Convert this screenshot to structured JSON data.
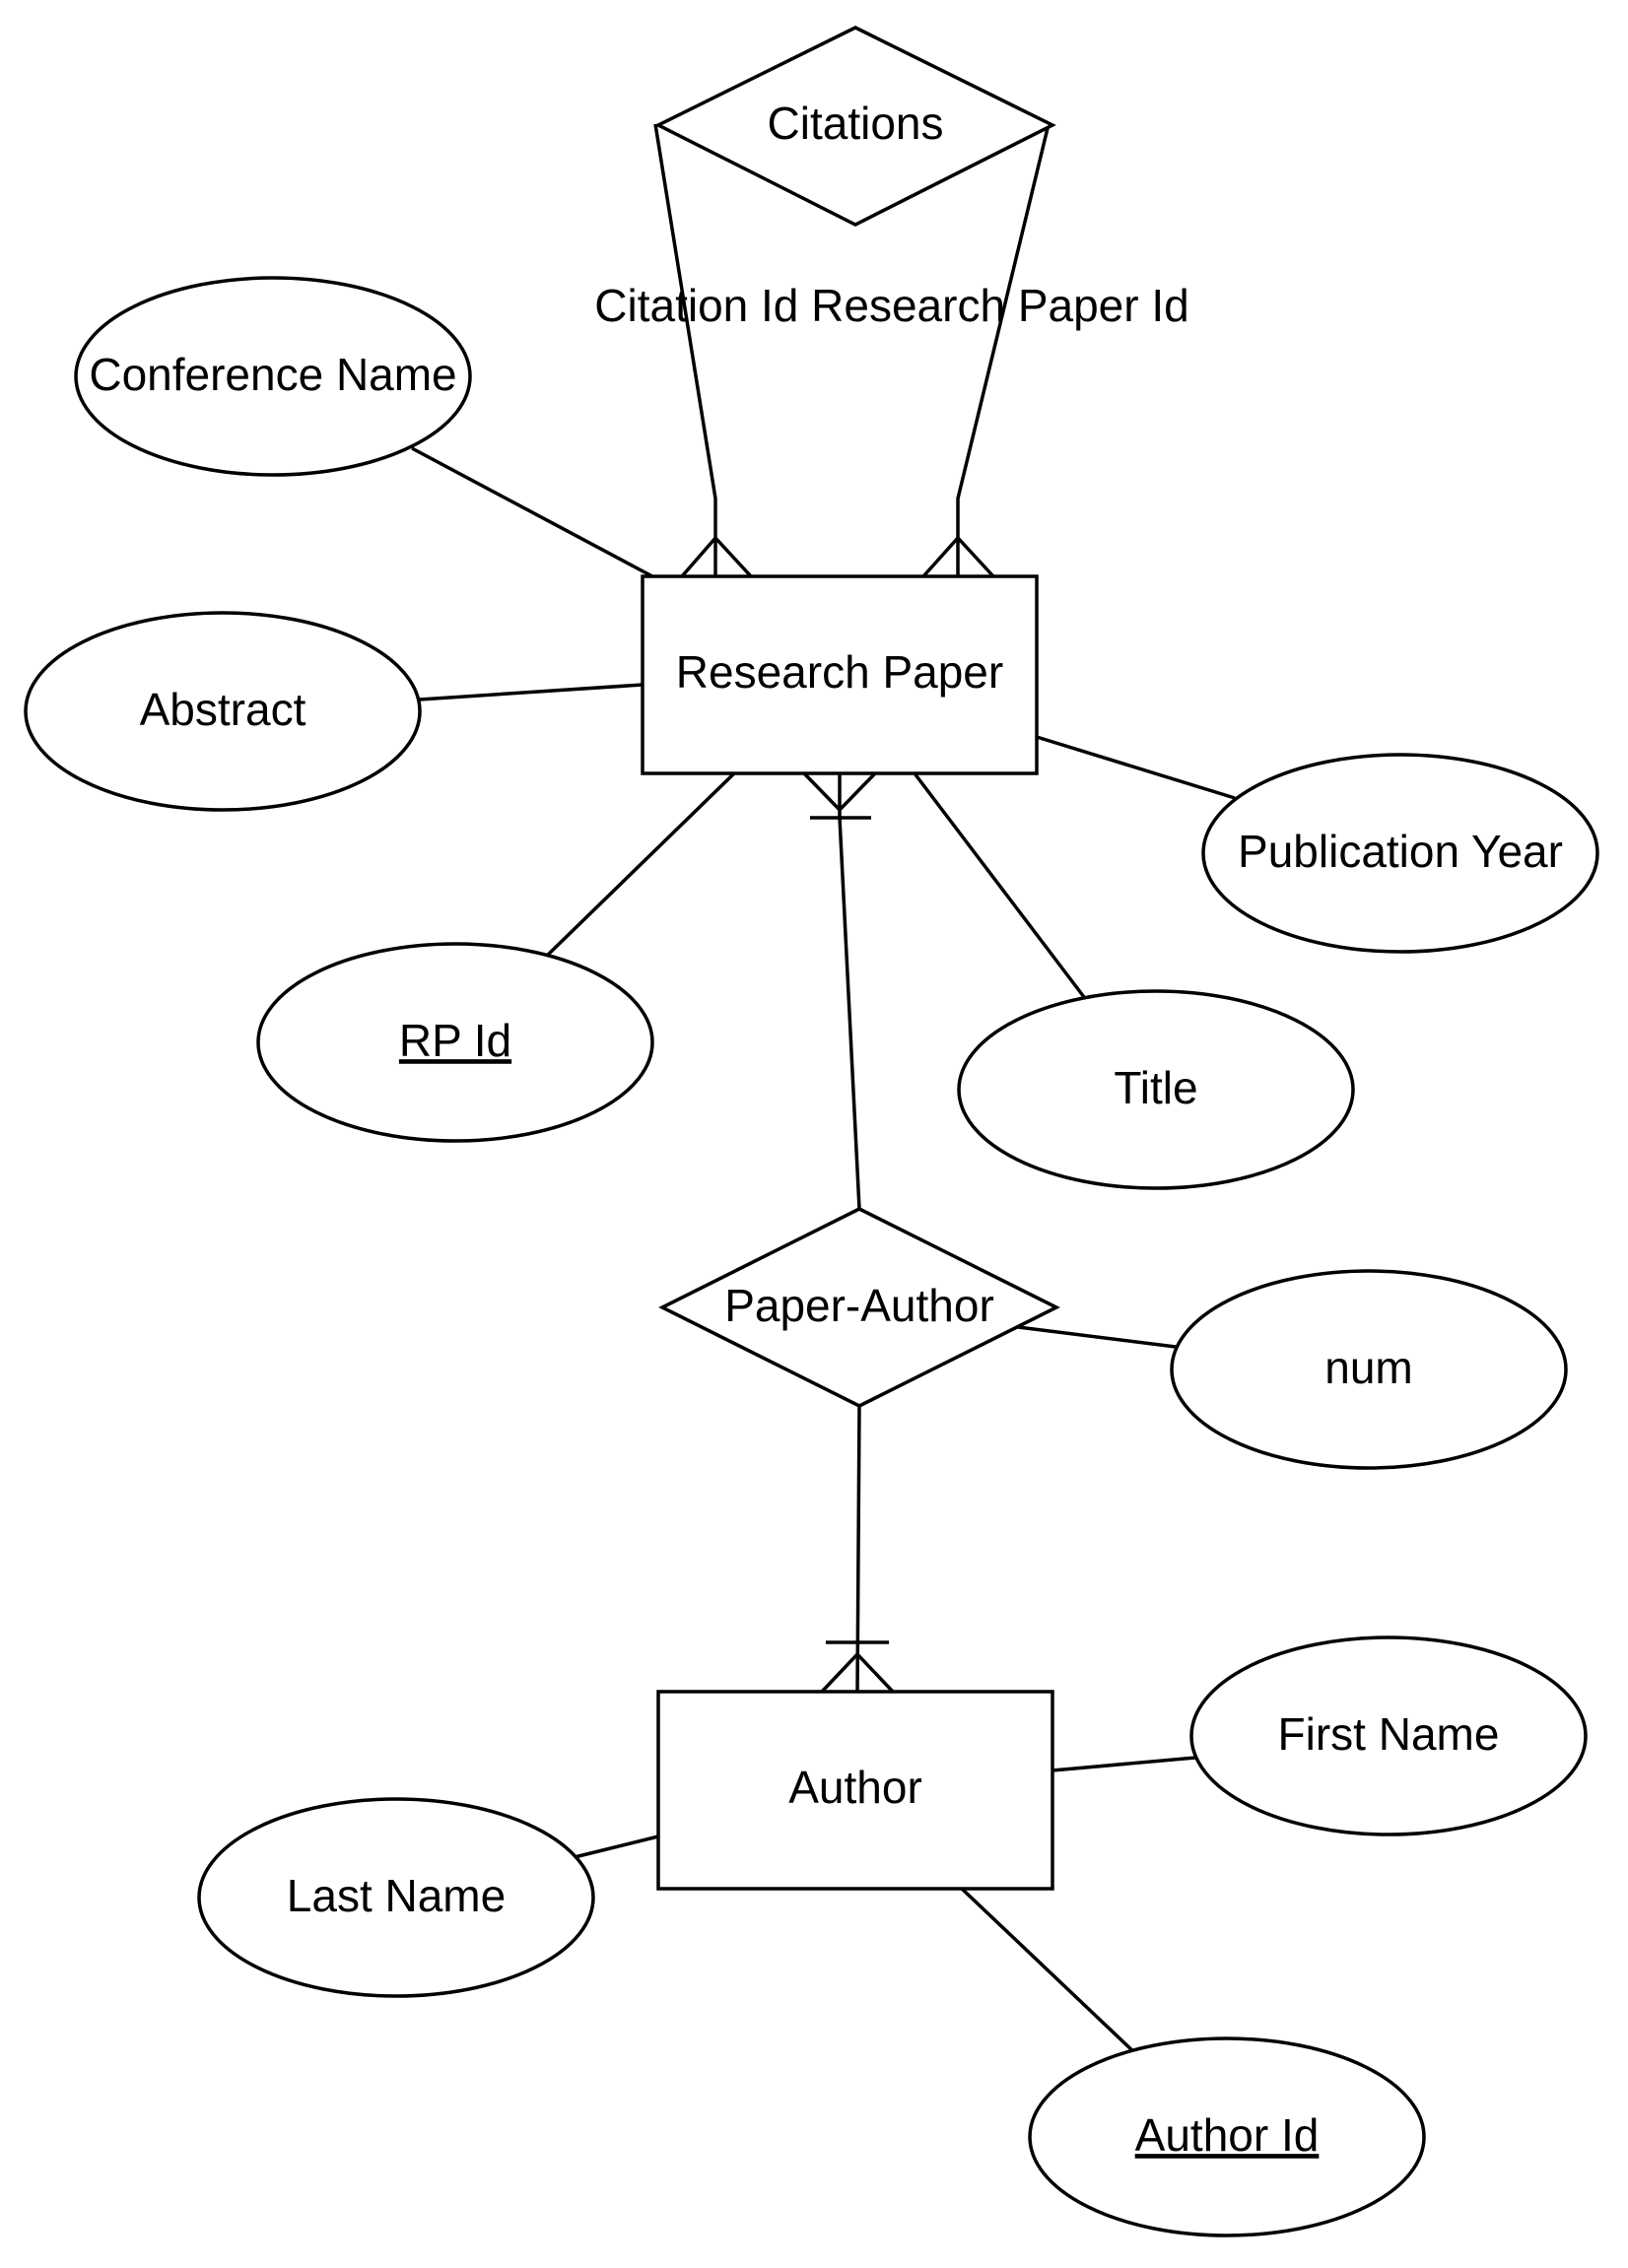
{
  "diagram": {
    "type": "entity-relationship",
    "entities": {
      "research_paper": "Research Paper",
      "author": "Author"
    },
    "relationships": {
      "citations": "Citations",
      "paper_author": "Paper-Author"
    },
    "attributes": {
      "conference_name": "Conference Name",
      "abstract": "Abstract",
      "rp_id": "RP Id",
      "title": "Title",
      "publication_year": "Publication Year",
      "num": "num",
      "first_name": "First Name",
      "last_name": "Last Name",
      "author_id": "Author Id"
    },
    "citation_label": "Citation Id Research Paper Id",
    "key_attributes": [
      "RP Id",
      "Author Id"
    ],
    "links": [
      {
        "from": "Conference Name",
        "to": "Research Paper"
      },
      {
        "from": "Abstract",
        "to": "Research Paper"
      },
      {
        "from": "RP Id",
        "to": "Research Paper"
      },
      {
        "from": "Title",
        "to": "Research Paper"
      },
      {
        "from": "Publication Year",
        "to": "Research Paper"
      },
      {
        "from": "Citations",
        "to": "Research Paper",
        "to_end": "many"
      },
      {
        "from": "Citations",
        "to": "Research Paper",
        "to_end": "many"
      },
      {
        "from": "Paper-Author",
        "to": "Research Paper",
        "to_end": "one-or-many"
      },
      {
        "from": "Paper-Author",
        "to": "Author",
        "to_end": "one-or-many"
      },
      {
        "from": "num",
        "to": "Paper-Author"
      },
      {
        "from": "First Name",
        "to": "Author"
      },
      {
        "from": "Last Name",
        "to": "Author"
      },
      {
        "from": "Author Id",
        "to": "Author"
      }
    ]
  }
}
